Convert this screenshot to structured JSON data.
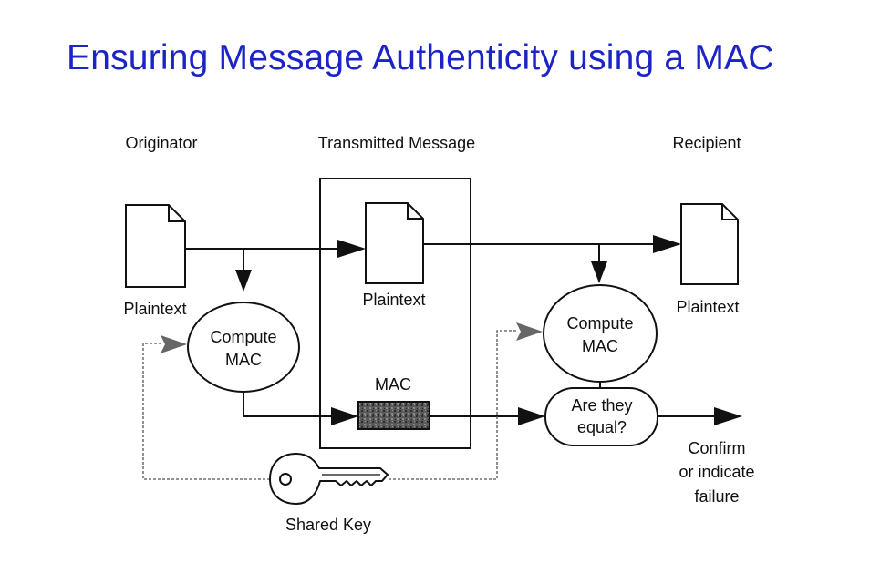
{
  "title": "Ensuring Message Authenticity using a MAC",
  "colors": {
    "title": "#1c24c8",
    "ink": "#111111",
    "key_line": "#555555",
    "mac_block": "#4a4a4a"
  },
  "columns": {
    "originator": "Originator",
    "transmitted": "Transmitted Message",
    "recipient": "Recipient"
  },
  "originator": {
    "doc_label": "Plaintext",
    "compute_line1": "Compute",
    "compute_line2": "MAC"
  },
  "transmitted": {
    "doc_label": "Plaintext",
    "mac_label": "MAC"
  },
  "recipient": {
    "doc_label": "Plaintext",
    "compute_line1": "Compute",
    "compute_line2": "MAC",
    "compare_line1": "Are they",
    "compare_line2": "equal?"
  },
  "outcome": {
    "line1": "Confirm",
    "line2": "or indicate",
    "line3": "failure"
  },
  "key": {
    "label": "Shared Key",
    "icon": "key-icon"
  }
}
